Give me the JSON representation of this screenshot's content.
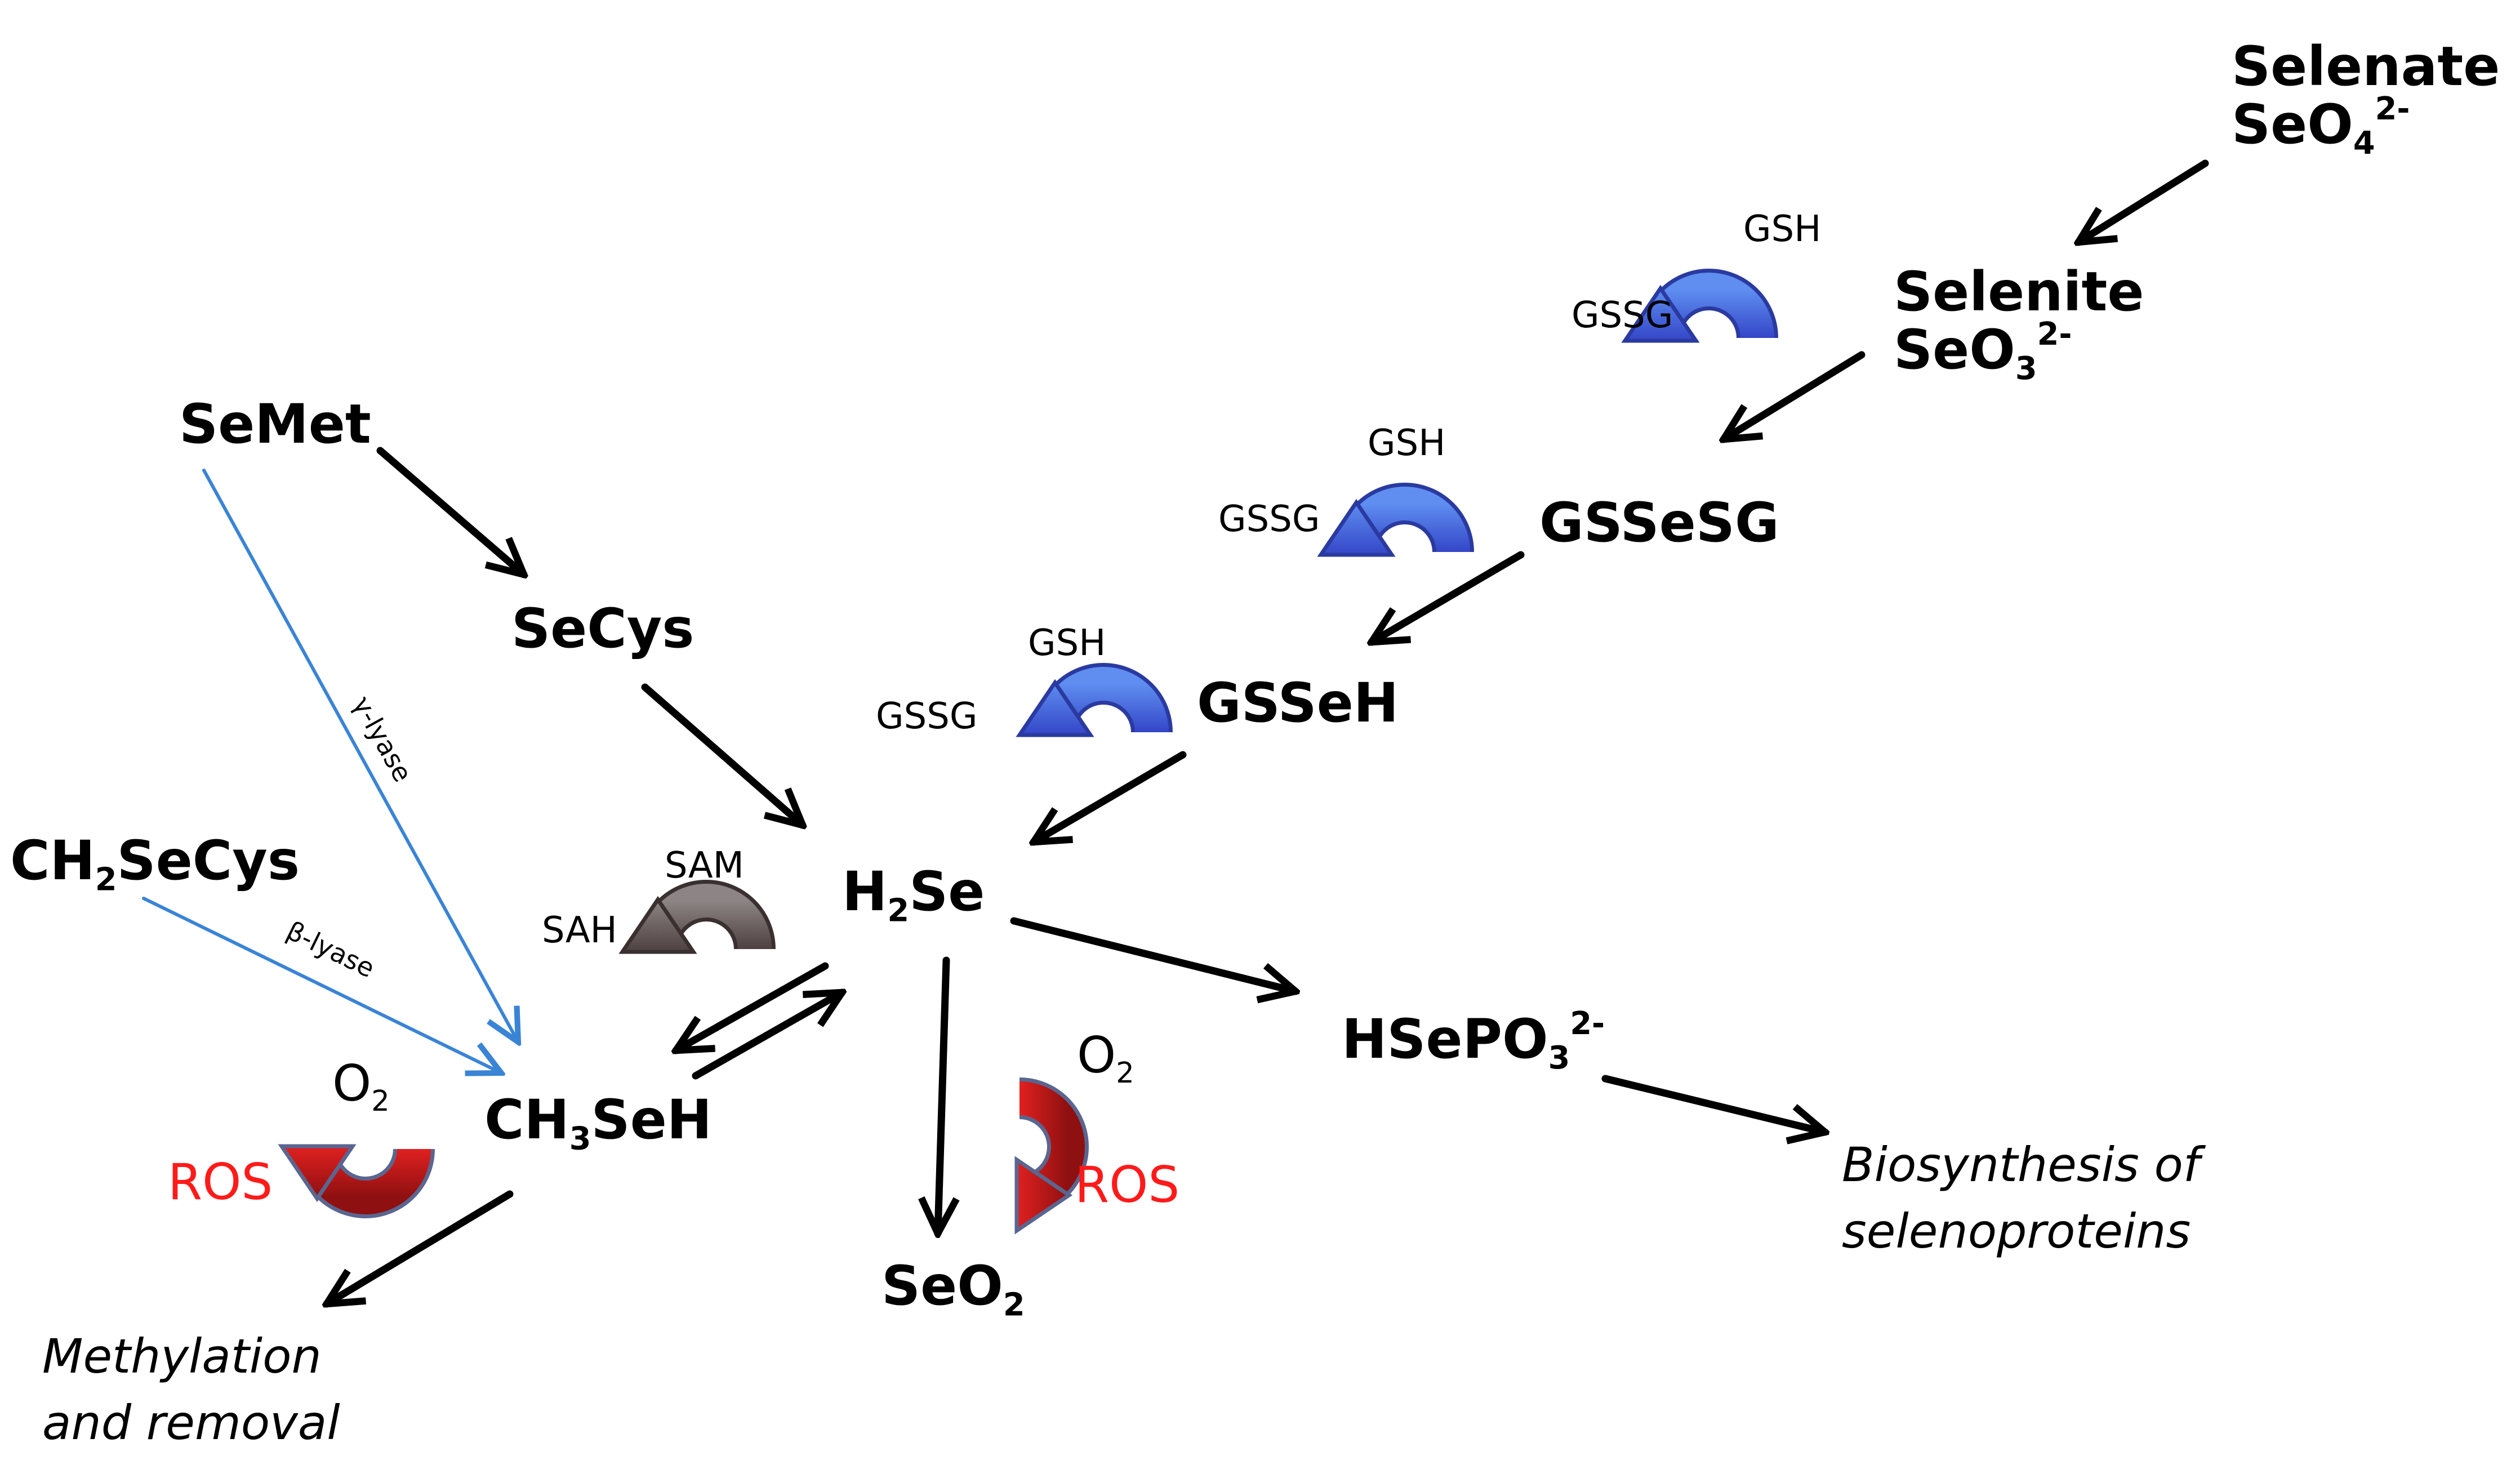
{
  "compounds": {
    "selenate": {
      "name": "Selenate",
      "formula": "SeO",
      "sub": "4",
      "sup": "2-"
    },
    "selenite": {
      "name": "Selenite",
      "formula": "SeO",
      "sub": "3",
      "sup": "2-"
    },
    "gssesg": "GSSeSG",
    "gsseh": "GSSeH",
    "semet": "SeMet",
    "secys": "SeCys",
    "ch2secys": {
      "pre": "CH",
      "sub": "2",
      "post": "SeCys"
    },
    "h2se": {
      "pre": "H",
      "sub": "2",
      "post": "Se"
    },
    "ch3seh": {
      "pre": "CH",
      "sub": "3",
      "post": "SeH"
    },
    "seo2": {
      "pre": "SeO",
      "sub": "2"
    },
    "hsepo3": {
      "pre": "HSePO",
      "sub": "3",
      "sup": "2-"
    }
  },
  "cofactors": {
    "gsh": "GSH",
    "gssg": "GSSG",
    "sam": "SAM",
    "sah": "SAH",
    "o2": {
      "pre": "O",
      "sub": "2"
    },
    "ros": "ROS"
  },
  "enzymes": {
    "gamma_lyase": "γ-lyase",
    "beta_lyase": "β-lyase"
  },
  "outcomes": {
    "methylation": [
      "Methylation",
      "and removal"
    ],
    "biosynthesis": [
      "Biosynthesis of",
      "selenoproteins"
    ]
  },
  "colors": {
    "arrow": "#000000",
    "lyase": "#3a84d6",
    "gsh_cycle": "#4a67de",
    "sam_cycle": "#6b5e5e",
    "ros_cycle": "#c01818",
    "ros_text": "#ff1a1a"
  }
}
